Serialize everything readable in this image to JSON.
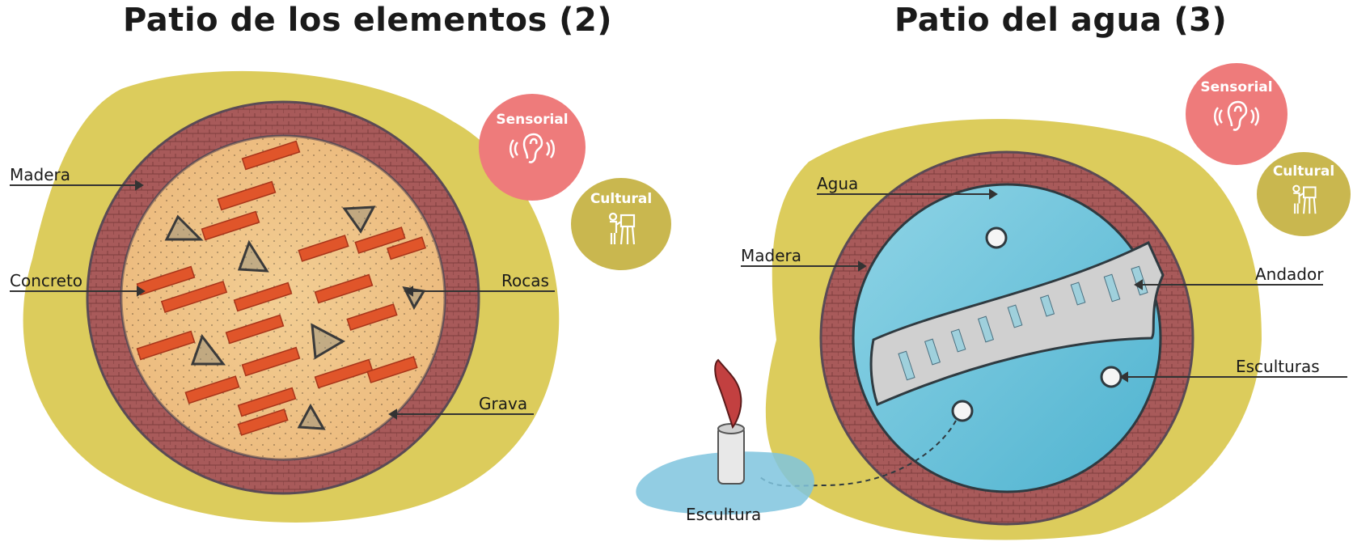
{
  "panels": {
    "left": {
      "title": "Patio de los elementos (2)",
      "labels": {
        "madera": "Madera",
        "concreto": "Concreto",
        "rocas": "Rocas",
        "grava": "Grava"
      },
      "badges": {
        "sensorial": "Sensorial",
        "cultural": "Cultural"
      }
    },
    "right": {
      "title": "Patio del agua (3)",
      "labels": {
        "agua": "Agua",
        "madera": "Madera",
        "andador": "Andador",
        "esculturas": "Esculturas",
        "escultura": "Escultura"
      },
      "badges": {
        "sensorial": "Sensorial",
        "cultural": "Cultural"
      }
    }
  },
  "colors": {
    "grass": "#d8c64a",
    "brick": "#a85555",
    "sand": "#efc98a",
    "concrete": "#e0552a",
    "water": "#6cc4dc",
    "walkway": "#d2d2d2",
    "sensorial": "#ee7b7b",
    "cultural": "#c9b74f"
  }
}
